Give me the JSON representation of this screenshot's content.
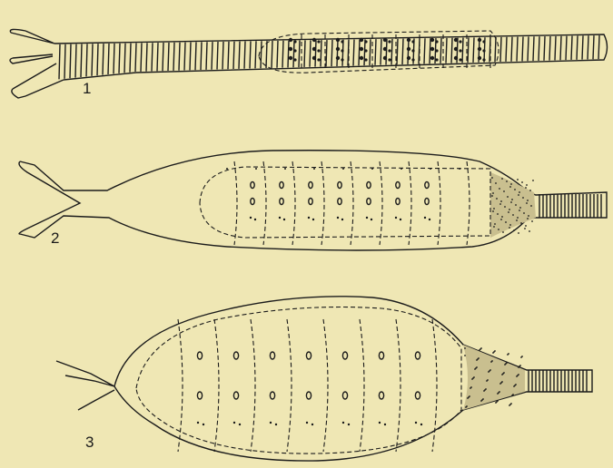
{
  "figures": [
    {
      "label": "1"
    },
    {
      "label": "2"
    },
    {
      "label": "3"
    }
  ]
}
